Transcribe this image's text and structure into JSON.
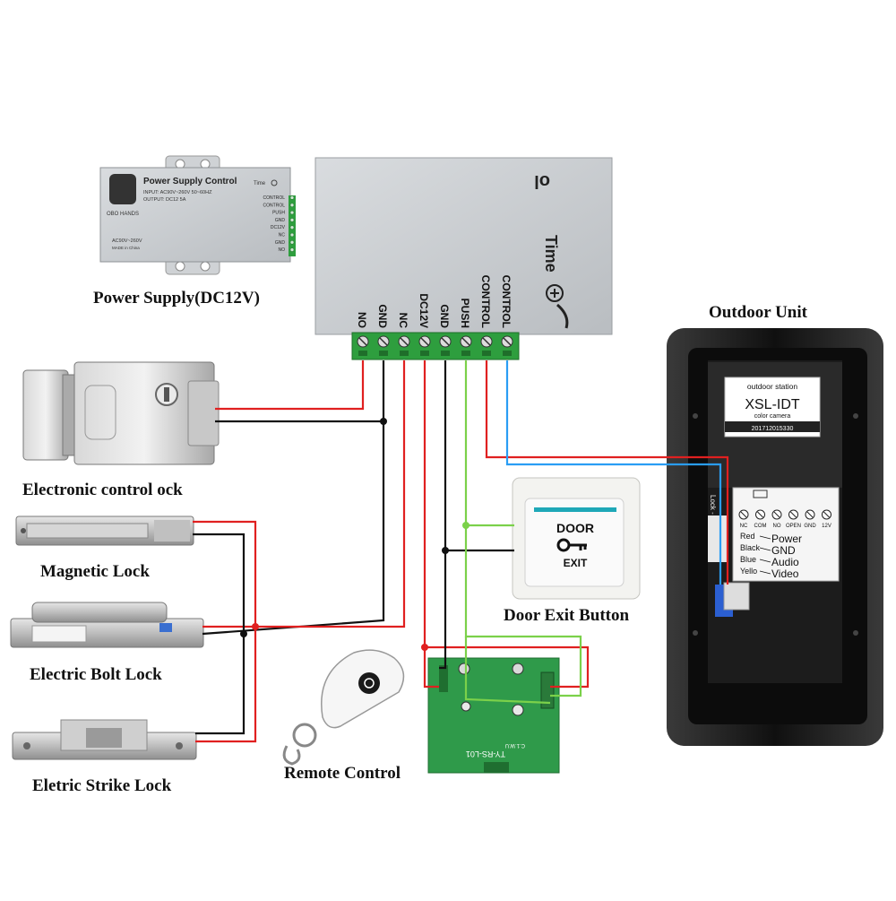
{
  "labels": {
    "power_supply": "Power Supply(DC12V)",
    "outdoor_unit": "Outdoor Unit",
    "electronic_lock": "Electronic control ock",
    "magnetic_lock": "Magnetic Lock",
    "bolt_lock": "Electric Bolt Lock",
    "strike_lock": "Eletric Strike Lock",
    "remote_control": "Remote Control",
    "door_exit_button": "Door Exit Button"
  },
  "small_psu": {
    "title": "Power Supply Control",
    "input": "INPUT: AC90V~260V 50~60HZ",
    "output": "OUTPUT: DC12 5A",
    "brand": "OBO HANDS",
    "ac": "AC90V~260V",
    "made": "MADE in China",
    "time": "Time",
    "terminals": [
      "CONTROL",
      "CONTROL",
      "PUSH",
      "GND",
      "DC12V",
      "NC",
      "GND",
      "NO"
    ]
  },
  "big_psu": {
    "ol": "ol",
    "time": "Time",
    "terminals": [
      "NO",
      "GND",
      "NC",
      "DC12V",
      "GND",
      "PUSH",
      "CONTROL",
      "CONTROL"
    ]
  },
  "outdoor": {
    "station": "outdoor station",
    "model": "XSL-IDT",
    "camera": "color camera",
    "serial": "201712015330",
    "lock_label": "Lock - Lock",
    "terminals": [
      "NC",
      "COM",
      "NO",
      "OPEN",
      "GND",
      "12V"
    ],
    "wire_names": [
      "Red",
      "Black",
      "Blue",
      "Yello"
    ],
    "wire_functions": [
      "Power",
      "GND",
      "Audio",
      "Video"
    ]
  },
  "exit_button": {
    "top": "DOOR",
    "bottom": "EXIT"
  },
  "relay_board": {
    "model": "TY-RS-L01",
    "sub": "C.1.W.U"
  },
  "colors": {
    "red": "#e02020",
    "black": "#111111",
    "green": "#7bd14a",
    "blue": "#2a9df4",
    "terminal_green": "#2e9e3e",
    "outdoor_body": "#1a1a1a"
  }
}
